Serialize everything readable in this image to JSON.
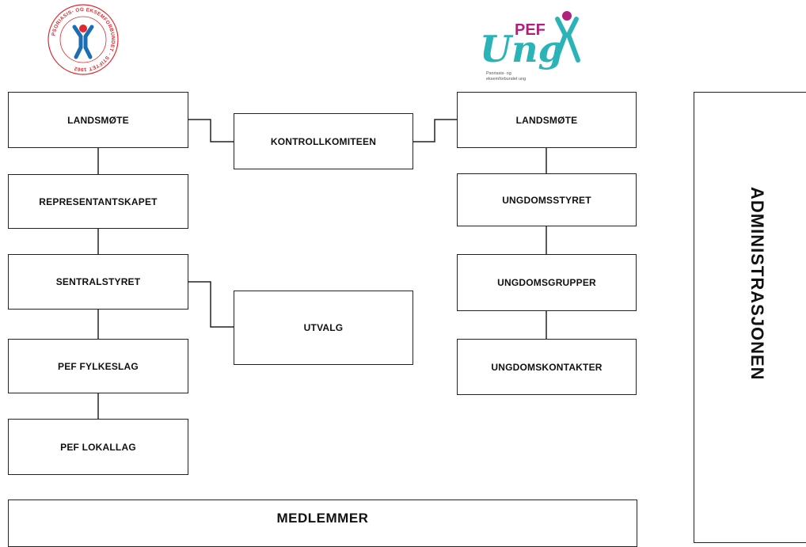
{
  "left_column": {
    "landsmote": "LANDSMØTE",
    "representantskapet": "REPRESENTANTSKAPET",
    "sentralstyret": "SENTRALSTYRET",
    "pef_fylkeslag": "PEF FYLKESLAG",
    "pef_lokallag": "PEF LOKALLAG"
  },
  "middle_column": {
    "kontrollkomiteen": "KONTROLLKOMITEEN",
    "utvalg": "UTVALG"
  },
  "right_column": {
    "landsmote": "LANDSMØTE",
    "ungdomsstyret": "UNGDOMSSTYRET",
    "ungdomsgrupper": "UNGDOMSGRUPPER",
    "ungdomskontakter": "UNGDOMSKONTAKTER"
  },
  "administrasjonen": "ADMINISTRASJONEN",
  "medlemmer": "MEDLEMMER",
  "logos": {
    "pef_seal": {
      "ring_text": "PSORIASIS- OG EKSEMFORBUNDET · STIFTET 1962",
      "icon": "person-figure-icon"
    },
    "pef_ung": {
      "pef": "PEF",
      "ung": "Ung",
      "tagline_1": "Psoriasis- og",
      "tagline_2": "eksemforbundet ung",
      "icon": "person-figure-icon"
    }
  },
  "colors": {
    "box_border": "#222222",
    "logo_red": "#e0282e",
    "logo_blue": "#1b6db4",
    "ung_magenta": "#b2207f",
    "ung_teal": "#2bb3b8"
  }
}
